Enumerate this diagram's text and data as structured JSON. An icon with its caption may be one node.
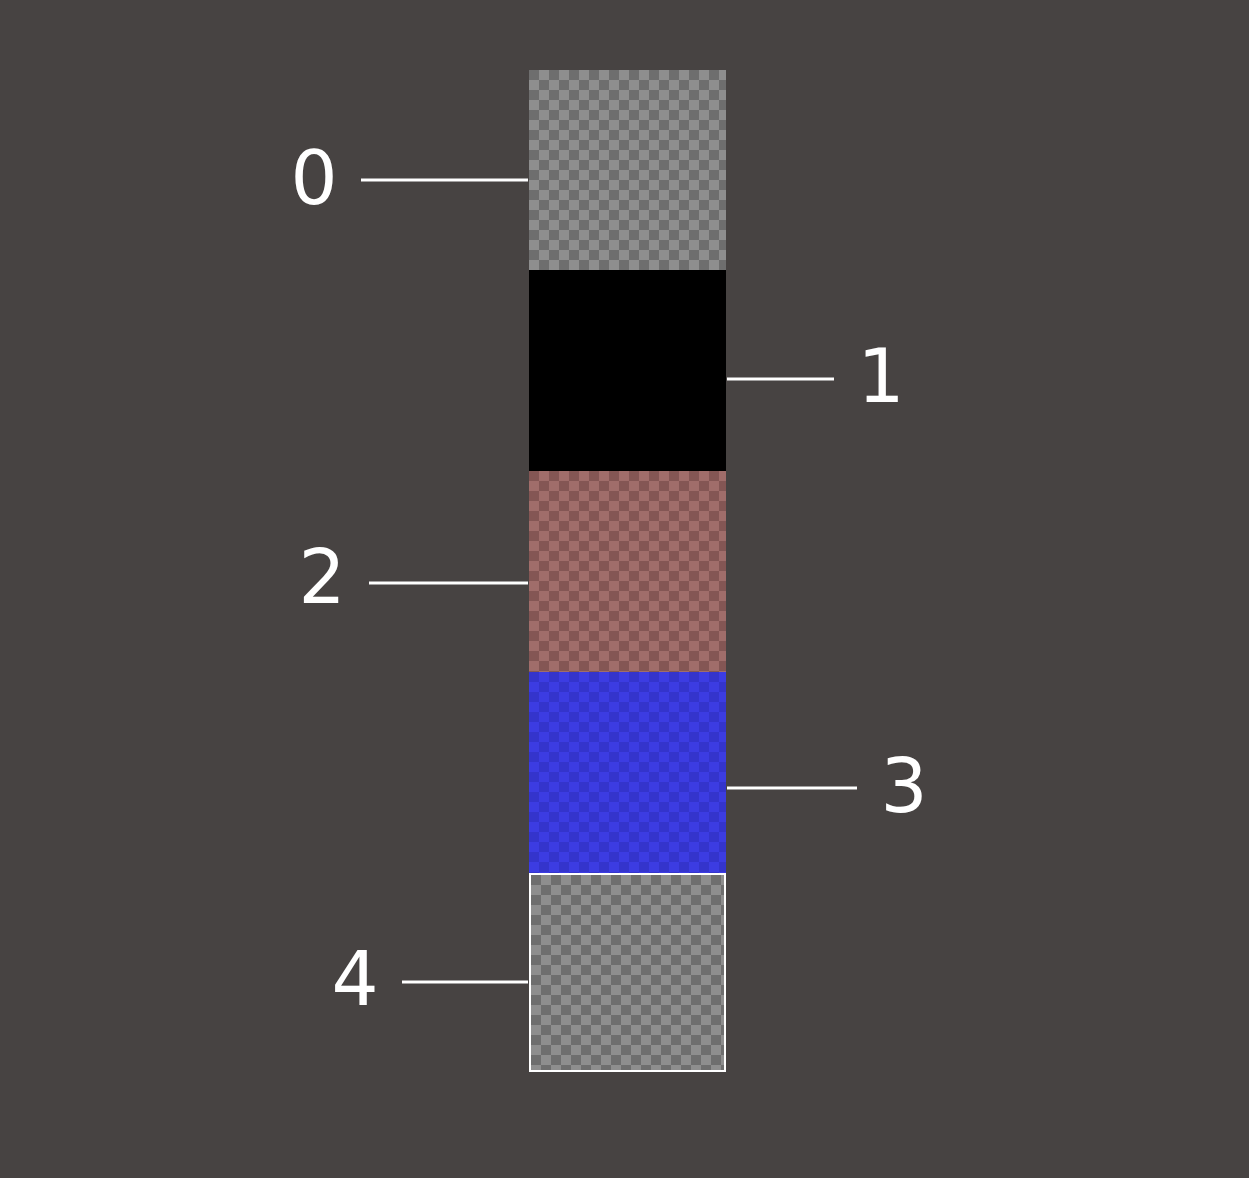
{
  "diagram": {
    "nodes": [
      {
        "text": [
          "0"
        ]
      },
      {
        "text": [
          "1"
        ]
      },
      {
        "text": [
          "2"
        ]
      },
      {
        "text": [
          "3"
        ]
      },
      {
        "text": [
          "4"
        ]
      },
      {
        "text": [],
        "shape": "box"
      },
      {
        "text": [],
        "shape": "box"
      },
      {
        "text": [],
        "shape": "box"
      },
      {
        "text": [],
        "shape": "box"
      },
      {
        "text": [],
        "shape": "box"
      }
    ],
    "edges": [
      {
        "from": 0,
        "to": 5,
        "arrow": "none"
      },
      {
        "from": 1,
        "to": 6,
        "arrow": "none"
      },
      {
        "from": 2,
        "to": 7,
        "arrow": "none"
      },
      {
        "from": 3,
        "to": 8,
        "arrow": "none"
      },
      {
        "from": 4,
        "to": 9,
        "arrow": "none"
      }
    ]
  }
}
